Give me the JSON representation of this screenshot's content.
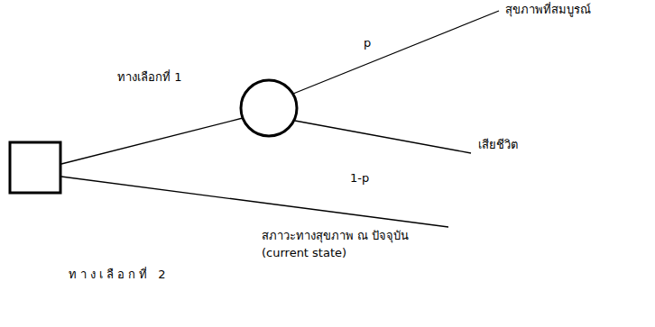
{
  "diagram": {
    "nodes": [
      {
        "text": [
          "สุขภาพที่สมบูรณ์"
        ]
      },
      {
        "text": [
          "เสียชีวิต"
        ]
      },
      {
        "text": [
          "สภาวะทางสุขภาพ ณ ปัจจุบัน (current state)"
        ]
      }
    ],
    "labels": [
      "p",
      "ทางเลือกที่ 1",
      "1-p",
      "ทางเลือกที่ 2"
    ]
  }
}
